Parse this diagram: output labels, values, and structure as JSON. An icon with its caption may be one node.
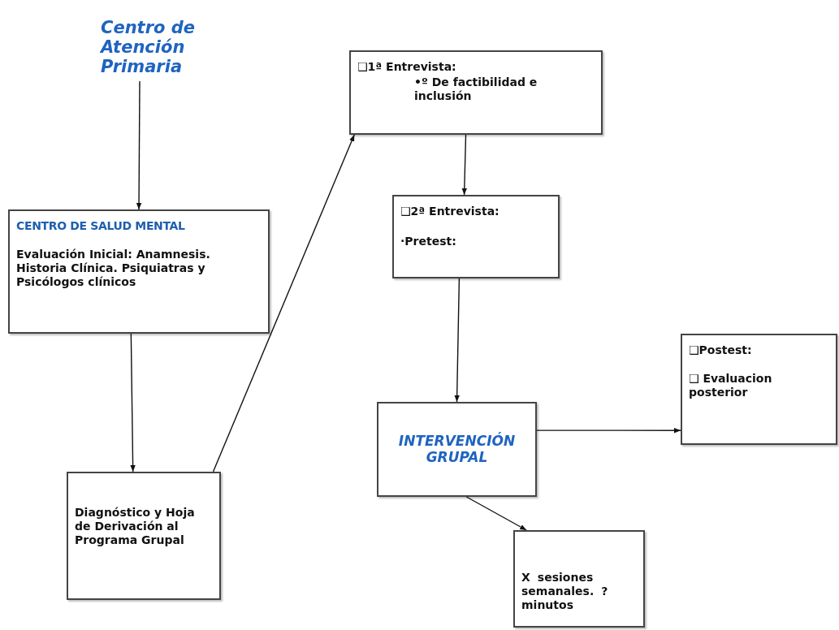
{
  "diagram": {
    "nodes": [
      {
        "text": [
          "Centro de Atención Primaria"
        ]
      },
      {
        "text": [
          "CENTRO DE SALUD MENTAL",
          "Evaluación Inicial: Anamnesis. Historia Clínica. Psiquiatras y Psicólogos clínicos"
        ]
      },
      {
        "text": [
          "Diagnóstico y Hoja de Derivación al Programa Grupal"
        ]
      },
      {
        "text": [
          "❑1ª Entrevista:",
          "•º De factibilidad e inclusión"
        ]
      },
      {
        "text": [
          "❑2ª Entrevista:",
          "·Pretest:"
        ]
      },
      {
        "text": [
          "INTERVENCIÓN GRUPAL"
        ]
      },
      {
        "text": [
          "❑Postest:",
          "❑ Evaluacion posterior"
        ]
      },
      {
        "text": [
          "X sesiones semanales. ? minutos"
        ]
      }
    ],
    "edges": [
      {
        "from": 0,
        "to": 1,
        "arrow": "to"
      },
      {
        "from": 1,
        "to": 2,
        "arrow": "to"
      },
      {
        "from": 2,
        "to": 3,
        "arrow": "to"
      },
      {
        "from": 3,
        "to": 4,
        "arrow": "to"
      },
      {
        "from": 4,
        "to": 5,
        "arrow": "to"
      },
      {
        "from": 5,
        "to": 6,
        "arrow": "to"
      },
      {
        "from": 5,
        "to": 7,
        "arrow": "to"
      }
    ]
  }
}
